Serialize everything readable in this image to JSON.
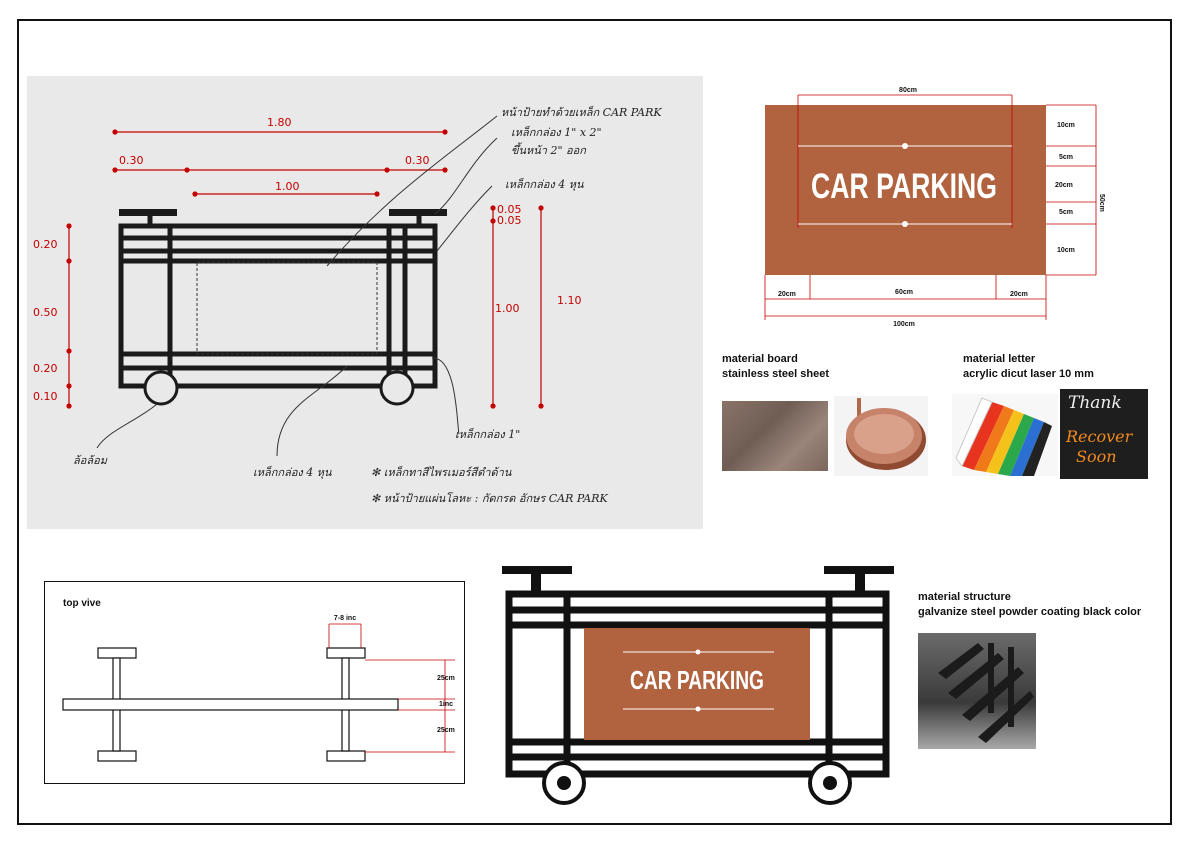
{
  "sketch": {
    "dims": {
      "overall_width": "1.80",
      "left_offset": "0.30",
      "right_offset": "0.30",
      "inner_width": "1.00",
      "height_1": "0.20",
      "height_2": "0.50",
      "height_3": "0.20",
      "height_4": "0.10",
      "top_1": "0.05",
      "top_2": "0.05",
      "total_1": "1.00",
      "total_2": "1.10"
    },
    "notes": {
      "sign_label": "หน้าป้ายทำด้วยเหล็ก CAR PARK",
      "tube_label": "เหล็กกล่อง 1\" x 2\"",
      "tube_sub": "ขึ้นหน้า 2\" ออก",
      "tube4_top": "เหล็กกล่อง 4 หุน",
      "tube1": "เหล็กกล่อง 1\"",
      "wheel": "ล้อล้อม",
      "tube4_bottom": "เหล็กกล่อง 4 หุน",
      "note1": "✻ เหล็กทาสีไพรเมอร์สีดำด้าน",
      "note2": "✻ หน้าป้ายแผ่นโลหะ : กัดกรด อักษร CAR PARK"
    }
  },
  "sign_drawing": {
    "text": "CAR PARKING",
    "color": "#b1623f",
    "dim_top": "80cm",
    "dim_r1": "10cm",
    "dim_r2": "5cm",
    "dim_r3": "20cm",
    "dim_r4": "5cm",
    "dim_r5": "10cm",
    "dim_side": "50cm",
    "dim_b_left": "20cm",
    "dim_b_mid": "60cm",
    "dim_b_right": "20cm",
    "dim_total": "100cm"
  },
  "materials": {
    "board_title": "material board",
    "board_desc": "stainless steel sheet",
    "letter_title": "material letter",
    "letter_desc": "acrylic  dicut laser  10 mm",
    "structure_title": "material structure",
    "structure_desc": "galvanize steel powder coating black color"
  },
  "letter_sample": {
    "line1": "Thank",
    "line2": "Recover",
    "line3": "Soon"
  },
  "top_view": {
    "title": "top vive",
    "dim_top": "7-8 inc",
    "dim_a": "25cm",
    "dim_b": "1inc",
    "dim_c": "25cm"
  },
  "render": {
    "sign_text": "CAR PARKING"
  }
}
